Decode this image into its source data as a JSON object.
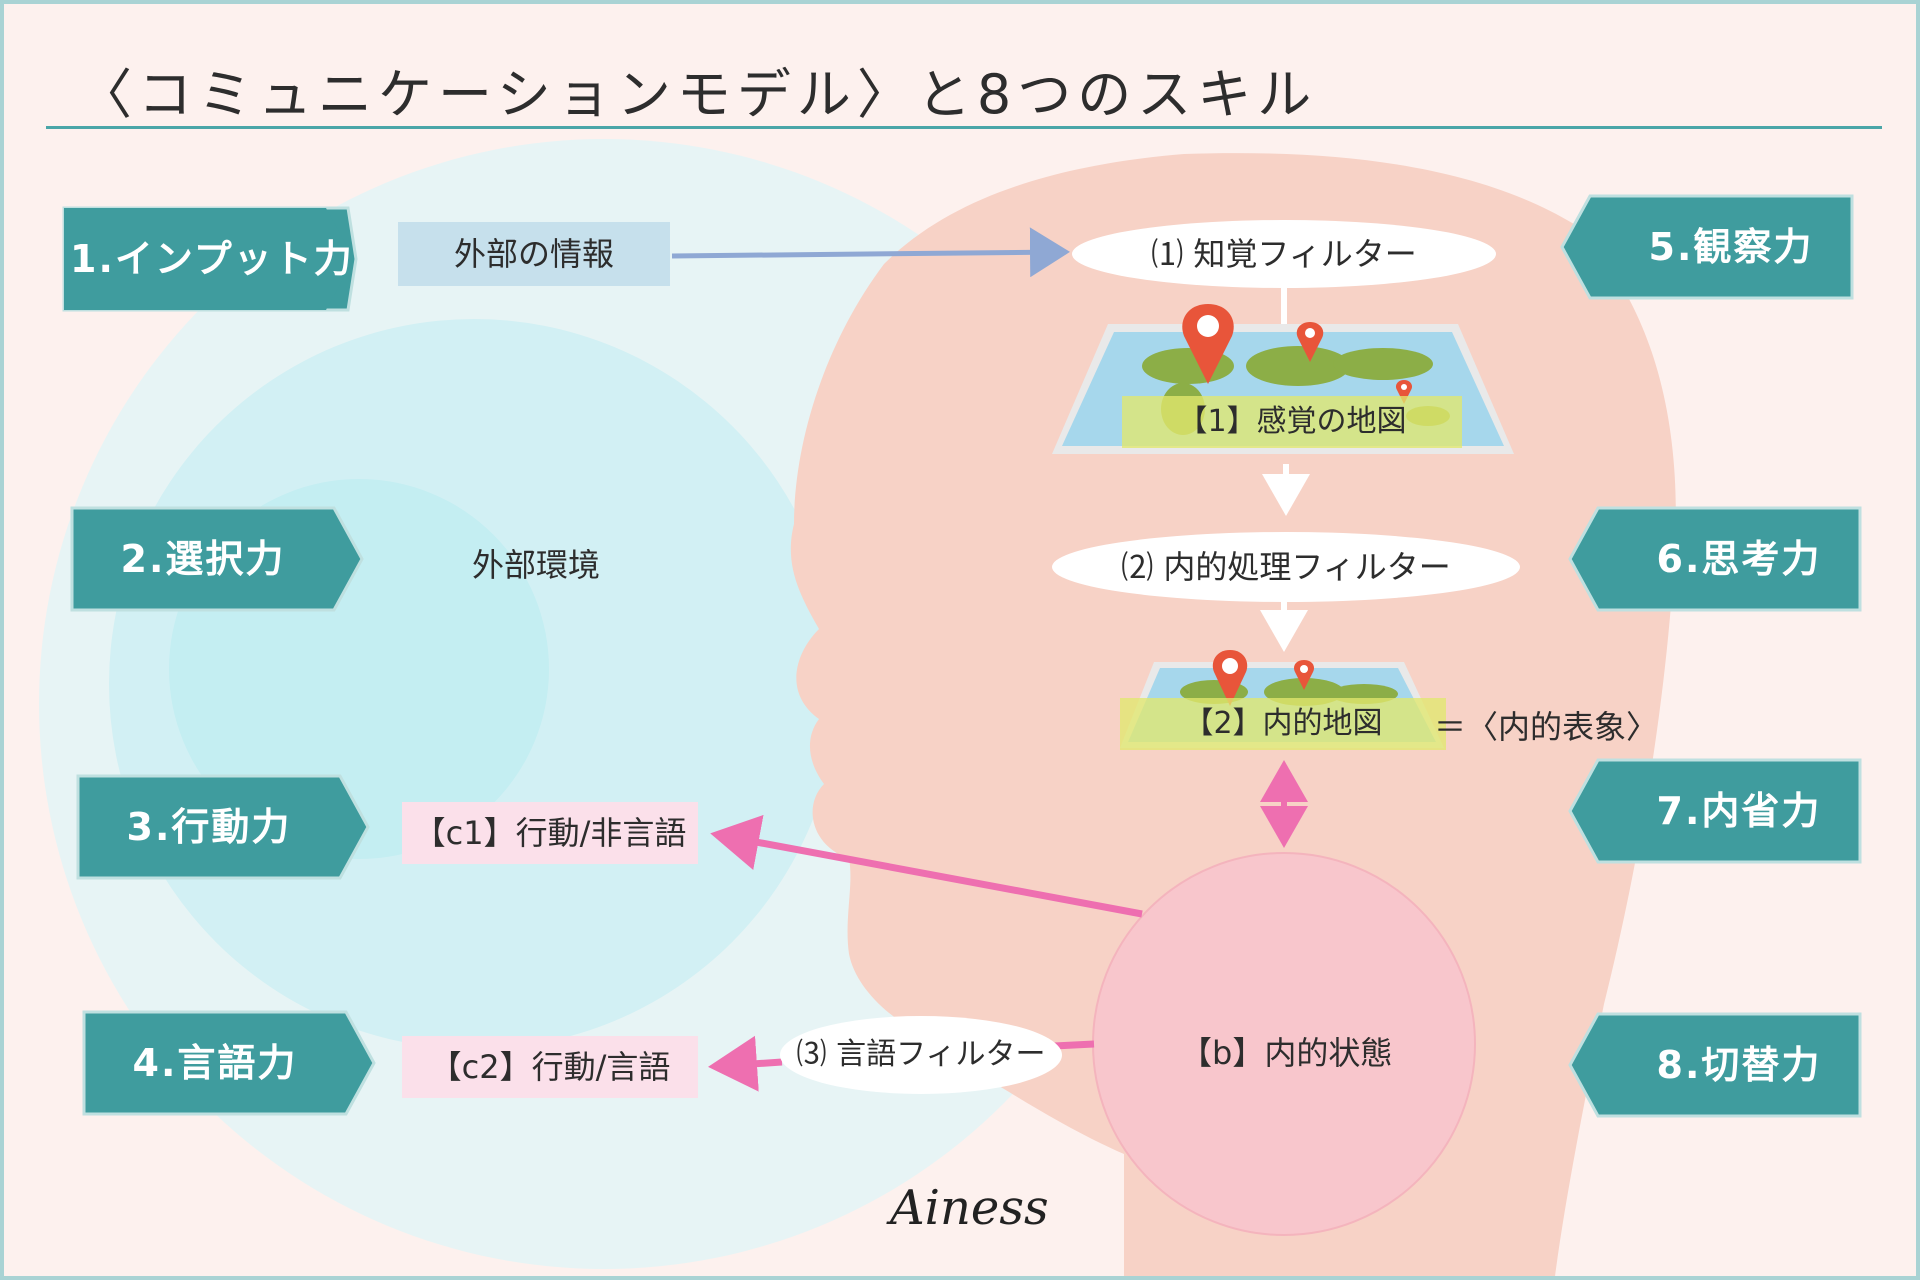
{
  "title": "〈コミュニケーションモデル〉と8つのスキル",
  "skills_left": [
    "1.インプット力",
    "2.選択力",
    "3.行動力",
    "4.言語力"
  ],
  "skills_right": [
    "5.観察力",
    "6.思考力",
    "7.内省力",
    "8.切替力"
  ],
  "external_info": "外部の情報",
  "external_environment": "外部環境",
  "filters": {
    "perception": "⑴ 知覚フィルター",
    "internal_processing": "⑵ 内的処理フィルター",
    "language": "⑶ 言語フィルター"
  },
  "maps": {
    "sensory_map": "【1】感覚の地図",
    "internal_map": "【2】内的地図",
    "internal_representation": "＝〈内的表象〉"
  },
  "internal_state": "【b】内的状態",
  "outputs": {
    "c1": "【c1】行動/非言語",
    "c2": "【c2】行動/言語"
  },
  "signature": "Ainess",
  "colors": {
    "teal": "#3f9c9e",
    "background": "#fdf1ee",
    "cyan": "#c8eff2",
    "head": "#f7d2c6",
    "pink_arrow": "#ee6fb0",
    "blue_arrow": "#8fa8d4",
    "state_circle": "#f8c6cc"
  }
}
